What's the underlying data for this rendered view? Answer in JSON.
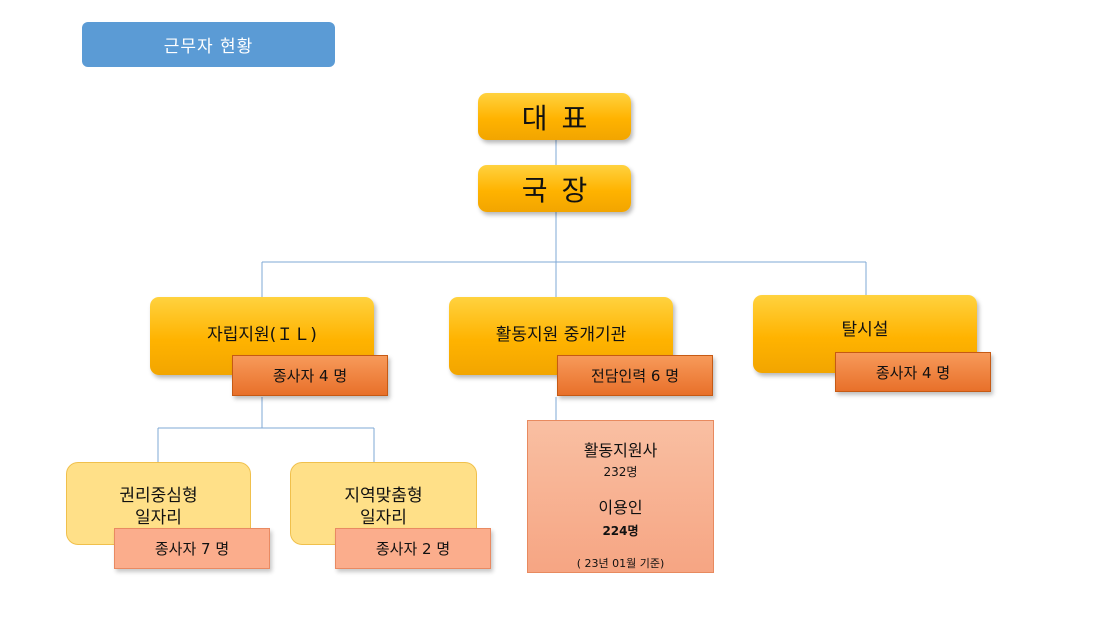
{
  "header": {
    "badge_label": "근무자 현황"
  },
  "org": {
    "ceo": "대표",
    "director": "국장",
    "il": {
      "title": "자립지원(ＩＬ)",
      "staff": "종사자 4 명"
    },
    "activity": {
      "title": "활동지원 중개기관",
      "staff": "전담인력 6 명"
    },
    "deinst": {
      "title": "탈시설",
      "staff": "종사자 4 명"
    },
    "rights_job": {
      "line1": "권리중심형",
      "line2": "일자리",
      "staff": "종사자 7 명"
    },
    "local_job": {
      "line1": "지역맞춤형",
      "line2": "일자리",
      "staff": "종사자 2 명"
    },
    "activity_stats": {
      "supporters_label": "활동지원사",
      "supporters_count": "232명",
      "users_label": "이용인",
      "users_count": "224명",
      "as_of": "( 23년 01월 기준)"
    }
  },
  "colors": {
    "badge": "#5b9bd5",
    "gold": "#ffc000",
    "orange": "#ed7d31",
    "light_gold": "#ffe088",
    "salmon": "#fbad8c",
    "connector": "#5b9bd5"
  }
}
